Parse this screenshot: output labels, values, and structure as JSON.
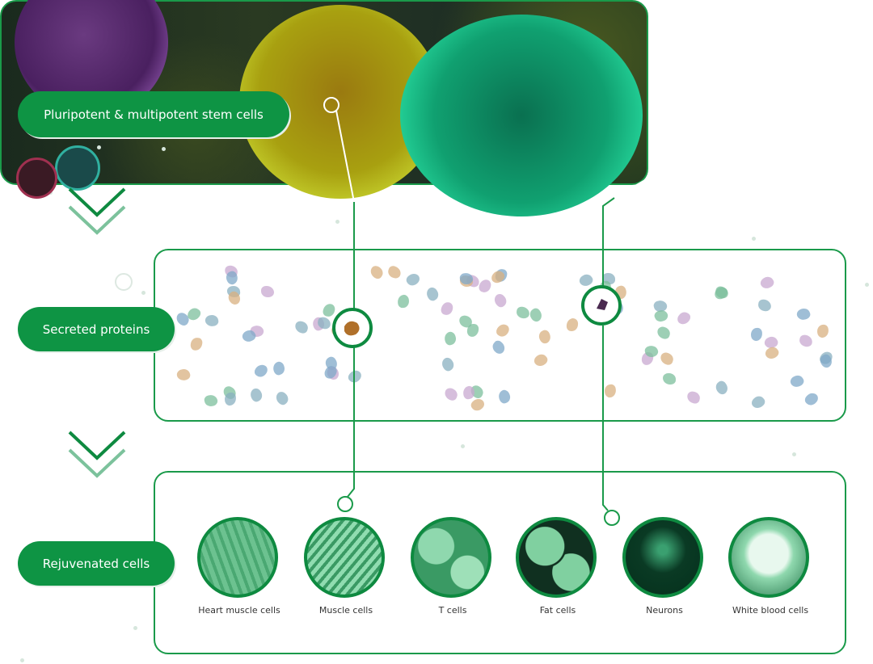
{
  "stages": {
    "stem_cells": "Pluripotent & multipotent stem cells",
    "secreted_proteins": "Secreted proteins",
    "rejuvenated_cells": "Rejuvenated cells"
  },
  "cell_types": [
    "Heart muscle cells",
    "Muscle cells",
    "T cells",
    "Fat cells",
    "Neurons",
    "White blood cells"
  ],
  "colors": {
    "accent": "#0e9444",
    "border": "#1a9a4a"
  }
}
